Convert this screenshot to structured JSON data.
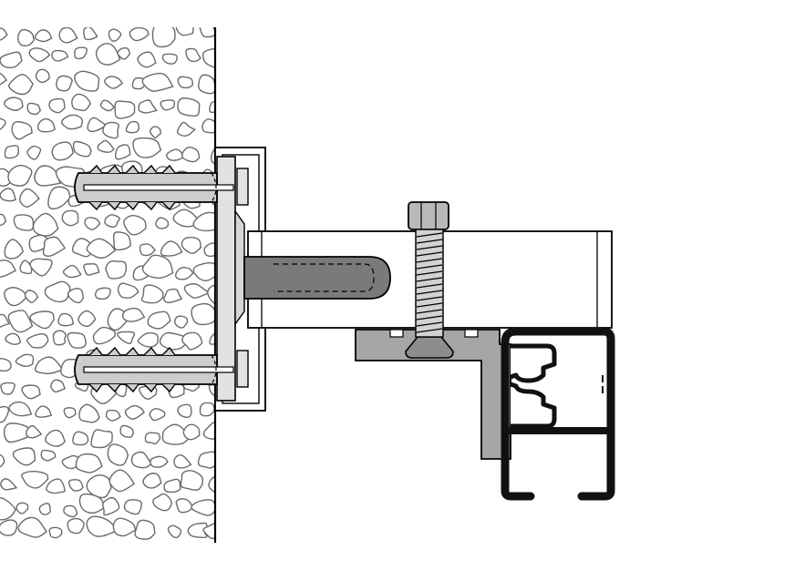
{
  "diagram": {
    "kind": "technical cross-section drawing",
    "labels": [],
    "colors": {
      "background": "#ffffff",
      "outline": "#000000",
      "concrete": "#ffffff",
      "pebble_outline": "#666666",
      "steel_light": "#e2e2e2",
      "steel_mid": "#c8c8c8",
      "bracket_gray": "#a6a6a6",
      "anchor_gray": "#c9c9c9",
      "dark_bolt": "#707070",
      "rail_black": "#111111"
    },
    "components": [
      {
        "name": "concrete-wall",
        "icon": "concrete-wall-icon"
      },
      {
        "name": "wall-plate",
        "icon": "base-plate-icon"
      },
      {
        "name": "anchor-plug-top",
        "icon": "wall-plug-icon"
      },
      {
        "name": "anchor-plug-bottom",
        "icon": "wall-plug-icon"
      },
      {
        "name": "cantilever-arm",
        "icon": "arm-icon"
      },
      {
        "name": "adjusting-bolt",
        "icon": "bolt-icon"
      },
      {
        "name": "clamp-bracket",
        "icon": "bracket-icon"
      },
      {
        "name": "rail-profile",
        "icon": "rail-profile-icon"
      }
    ]
  }
}
